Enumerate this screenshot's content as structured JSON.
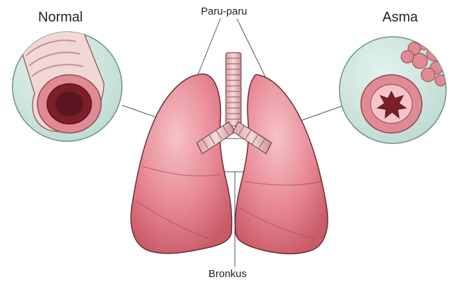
{
  "labels": {
    "normal": "Normal",
    "asthma": "Asma",
    "lungs": "Paru-paru",
    "bronchus": "Bronkus"
  },
  "colors": {
    "lung_fill": "#e88a95",
    "lung_shade": "#c95a68",
    "lung_highlight": "#f6c3c8",
    "outline": "#6b2a33",
    "circle_bg": "#cfe6df",
    "airway_inner": "#7b1f2b",
    "label_line": "#555555"
  },
  "icons": {
    "normal_inset": "normal-airway-icon",
    "asthma_inset": "inflamed-airway-icon",
    "lungs": "lungs-icon"
  }
}
